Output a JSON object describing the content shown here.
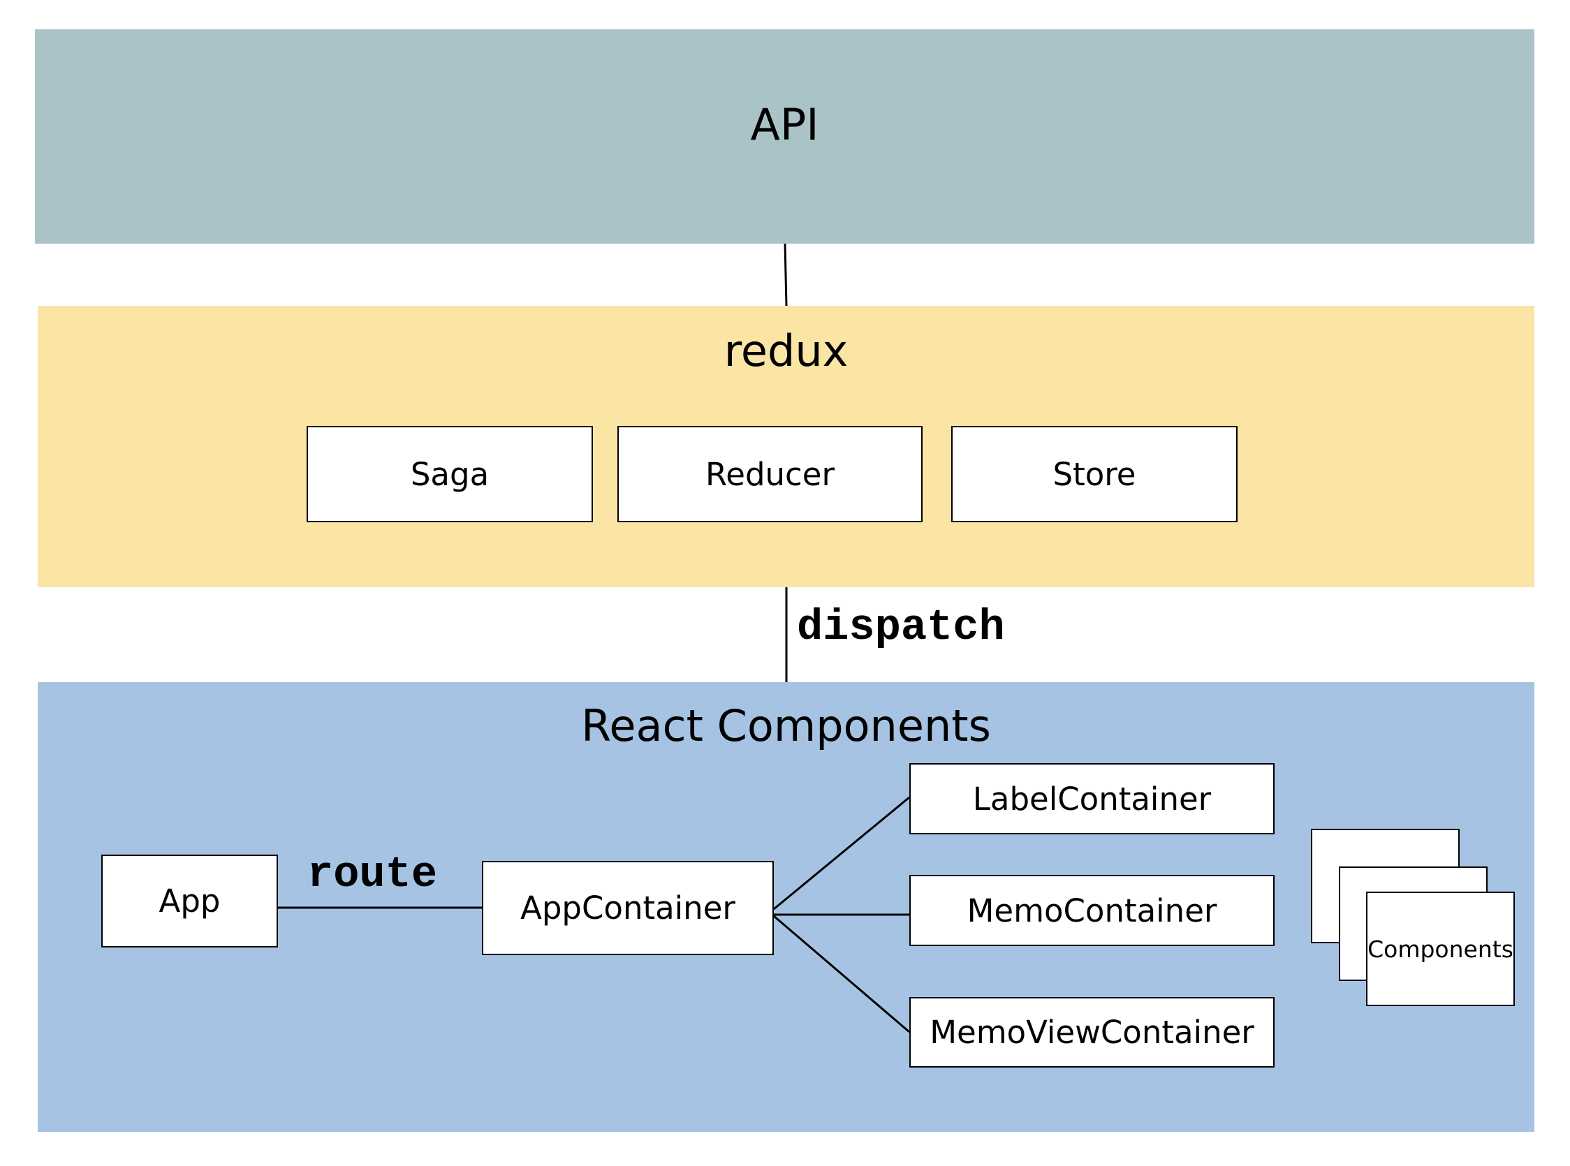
{
  "colors": {
    "api_layer": "#aac3c7",
    "redux_layer": "#fae5a5",
    "react_layer": "#a6c3e4"
  },
  "api": {
    "title": "API"
  },
  "redux": {
    "title": "redux",
    "items": [
      "Saga",
      "Reducer",
      "Store"
    ]
  },
  "edges": {
    "dispatch": "dispatch",
    "route": "route"
  },
  "react": {
    "title": "React Components",
    "app": "App",
    "app_container": "AppContainer",
    "label_container": "LabelContainer",
    "memo_container": "MemoContainer",
    "memo_view_container": "MemoViewContainer",
    "components": "Components"
  }
}
